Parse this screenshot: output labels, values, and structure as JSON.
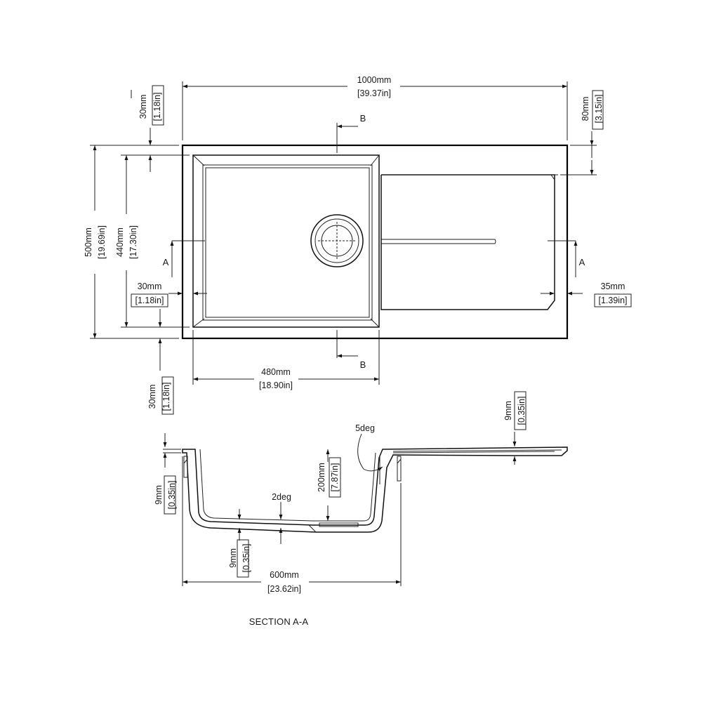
{
  "plan": {
    "overall_length": {
      "mm": "1000mm",
      "in": "[39.37in]"
    },
    "overall_width": {
      "mm": "500mm",
      "in": "[19.69in]"
    },
    "bowl_length": {
      "mm": "440mm",
      "in": "[17.30in]"
    },
    "bowl_width": {
      "mm": "480mm",
      "in": "[18.90in]"
    },
    "top_margin": {
      "mm": "30mm",
      "in": "[1.18in]"
    },
    "left_margin": {
      "mm": "30mm",
      "in": "[1.18in]"
    },
    "bottom_margin": {
      "mm": "30mm",
      "in": "[1.18in]"
    },
    "drainer_offset": {
      "mm": "80mm",
      "in": "[3.15in]"
    },
    "drainer_edge": {
      "mm": "35mm",
      "in": "[1.39in]"
    },
    "section_a": "A",
    "section_b": "B"
  },
  "section": {
    "depth": {
      "mm": "200mm",
      "in": "[7.87in]"
    },
    "bowl_length": {
      "mm": "600mm",
      "in": "[23.62in]"
    },
    "rim_thickness": {
      "mm": "9mm",
      "in": "[0.35in]"
    },
    "wall_thickness": {
      "mm": "9mm",
      "in": "[0.35in]"
    },
    "bottom_thickness": {
      "mm": "9mm",
      "in": "[0.35in]"
    },
    "angle_side": "5deg",
    "angle_bottom": "2deg",
    "title": "SECTION A-A"
  }
}
